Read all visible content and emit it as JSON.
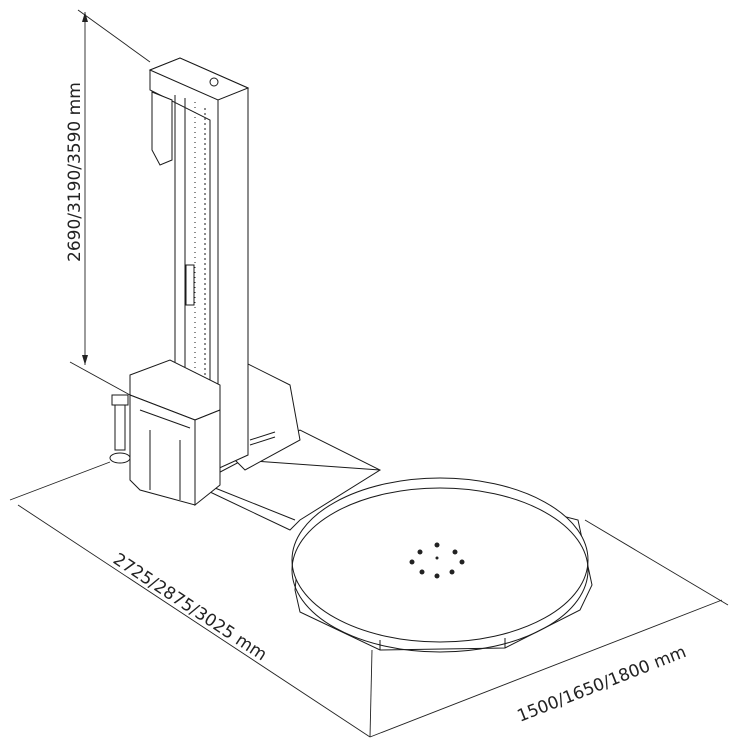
{
  "dimensions": {
    "height": "2690/3190/3590 mm",
    "length": "2725/2875/3025 mm",
    "width": "1500/1650/1800 mm"
  }
}
